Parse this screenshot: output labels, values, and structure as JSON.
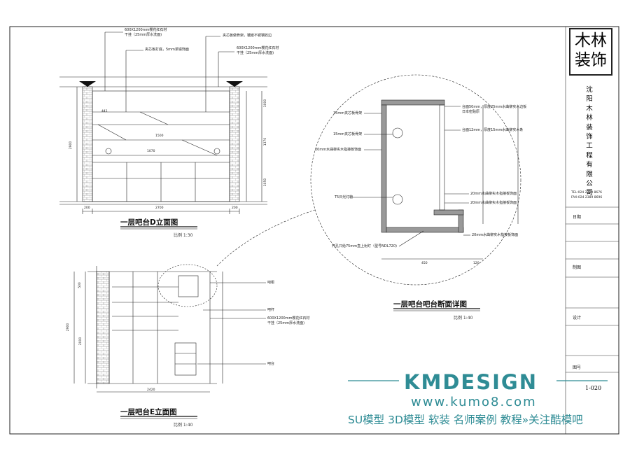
{
  "title_block": {
    "logo": [
      "木林",
      "装饰"
    ],
    "company": "沈阳木林装饰工程有限公司",
    "contact": [
      "TEL:024 2389 8676",
      "FAX:024 2389 8696"
    ],
    "labels": {
      "date": "日期",
      "drawer": "制图",
      "design": "设计",
      "drawing_no_label": "图号"
    },
    "drawing_no": "1-020"
  },
  "views": {
    "d_elevation": {
      "title": "一层吧台D立面图",
      "scale": "比例 1:30"
    },
    "e_elevation": {
      "title": "一层吧台E立面图",
      "scale": "比例 1:40"
    },
    "section": {
      "title": "一层吧台吧台断面详图",
      "scale": "比例 1:40"
    }
  },
  "notes_d": {
    "n1": [
      "600X1200mm樱花红石材",
      "干挂（25mm厚水洗面)"
    ],
    "n2": "夹芯板打底，5mm茶镜饰面",
    "n3": "夹芯板做骨架，镶嵌不锈钢收边",
    "n4": [
      "600X1200mm樱花红石材",
      "干挂（25mm厚水洗面)"
    ]
  },
  "notes_e": {
    "bar_cabinet": "吧柜",
    "bar_stool": "吧杆",
    "stone": [
      "600X1200mm樱花红石材",
      "干挂（25mm厚水洗面)"
    ],
    "bar_counter": "吧台"
  },
  "notes_section": {
    "l1": "15mm夹芯板骨架",
    "l2": "15mm夹芯板骨架",
    "l3": "20mm水曲柳实木指接板饰面",
    "l4": "T5日光灯管",
    "l5": "开孔只给75mm直上射灯（型号NDL720)",
    "r1": [
      "台面50mm，厚度25mm水曲柳实木边板",
      "日本密贴原"
    ],
    "r2": "台面12mm，厚度15mm水曲柳实木条",
    "r3": "20mm水曲柳实木指接板饰面",
    "r4": "20mm水曲柳实木指接板饰面",
    "r5": "20mm水曲柳实木指接板饰面"
  },
  "dims": {
    "d_total": "2700",
    "d_left": "200",
    "d_right": "200",
    "d_height": "2900",
    "d_shelf_a": "441",
    "d_shelf_b": "1500",
    "d_shelf_c": "1070",
    "d_v1": "1000",
    "d_v2": "1370",
    "d_v3": "1050",
    "e_total": "2420",
    "e_height": "2900",
    "e_v1": "500",
    "e_v2": "2000",
    "sec_w1": "450",
    "sec_w2": "120"
  },
  "watermark": {
    "brand": "KMDESIGN",
    "url": "www.kumo8.com",
    "caption": "SU模型 3D模型 软装 名师案例 教程»关注酷模吧"
  }
}
